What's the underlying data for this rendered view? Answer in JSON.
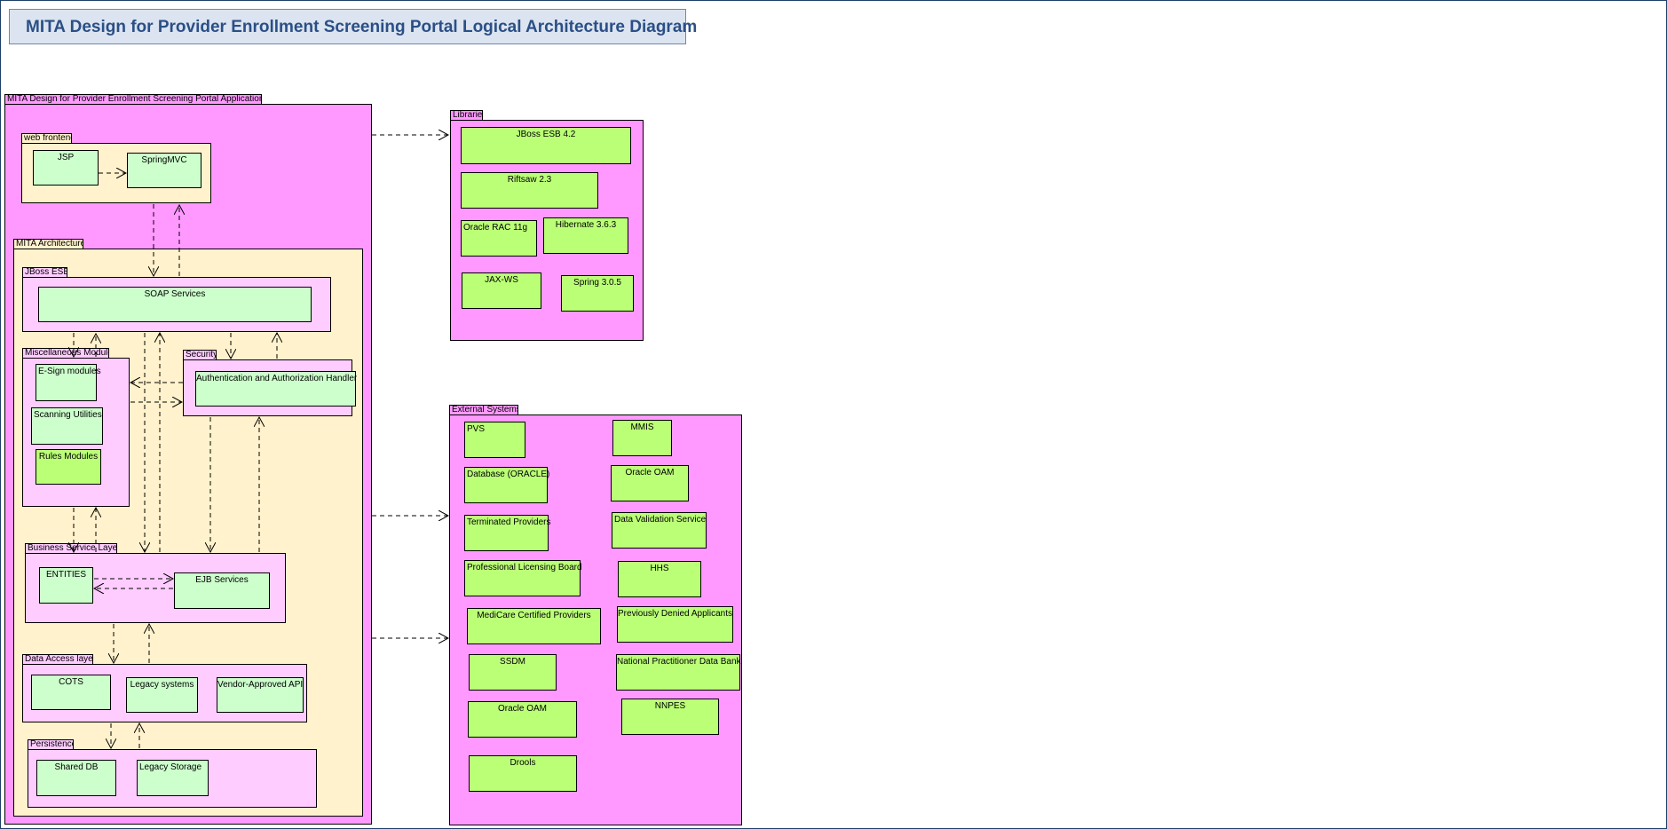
{
  "title": "MITA Design for Provider Enrollment Screening Portal  Logical Architecture Diagram",
  "application": {
    "label": "MITA Design for Provider Enrollment Screening Portal Application",
    "web_frontend": {
      "label": "web frontend",
      "jsp": "JSP",
      "springmvc": "SpringMVC"
    },
    "mita_architecture": {
      "label": "MITA Architecture",
      "jboss_esb": {
        "label": "JBoss ESB",
        "soap": "SOAP Services"
      },
      "misc_module": {
        "label": "Miscellaneous Module",
        "esign": "E-Sign modules",
        "scanning": "Scanning Utilities",
        "rules": "Rules Modules"
      },
      "security": {
        "label": "Security",
        "auth": "Authentication and Authorization Handler"
      },
      "business_service": {
        "label": "Business Service Layer",
        "entities": "ENTITIES",
        "ejb": "EJB Services"
      },
      "data_access": {
        "label": "Data Access layer",
        "cots": "COTS",
        "legacy": "Legacy systems",
        "vendor_api": "Vendor-Approved API"
      },
      "persistence": {
        "label": "Persistence",
        "shared_db": "Shared DB",
        "legacy_storage": "Legacy Storage"
      }
    }
  },
  "libraries": {
    "label": "Libraries",
    "items": [
      "JBoss ESB 4.2",
      "Riftsaw 2.3",
      "Oracle RAC 11g",
      "Hibernate 3.6.3",
      "JAX-WS",
      "Spring 3.0.5"
    ]
  },
  "external_systems": {
    "label": "External Systems",
    "items": [
      "PVS",
      "MMIS",
      "Database (ORACLE)",
      "Oracle OAM",
      "Terminated Providers",
      "Data Validation Service",
      "Professional Licensing Board",
      "HHS",
      "MediCare Certified Providers",
      "Previously Denied Applicants",
      "SSDM",
      "National Practitioner Data Bank",
      "Oracle OAM",
      "NNPES",
      "Drools"
    ]
  },
  "colors": {
    "package": "#ff99ff",
    "layer": "#fff2cc",
    "module": "#ffccff",
    "component": "#ccffcc",
    "library": "#bbff77",
    "title": "#2b4f86"
  }
}
